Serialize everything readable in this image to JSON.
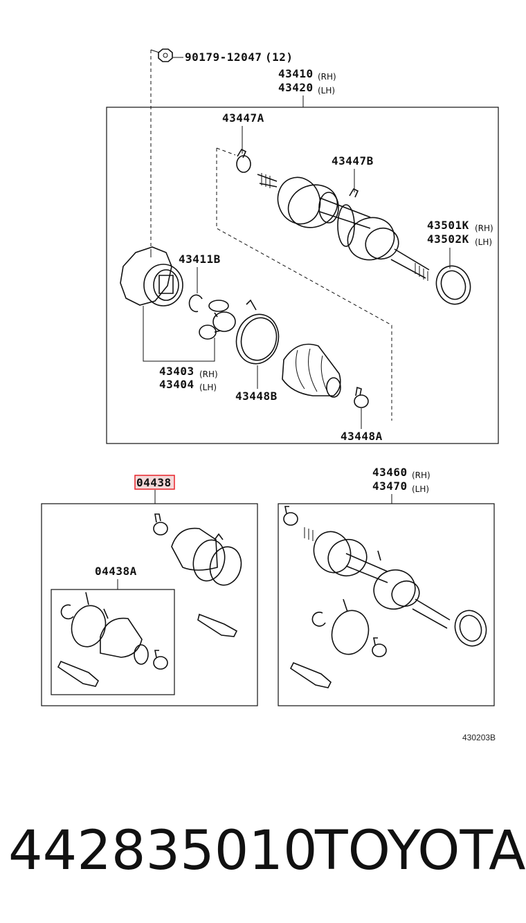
{
  "labels": {
    "bolt": "90179-12047",
    "bolt_qty": "(12)",
    "shaft_rh": "43410",
    "shaft_lh": "43420",
    "rh": "(RH)",
    "lh": "(LH)",
    "clamp_a": "43447A",
    "clamp_b": "43447B",
    "seal_rh": "43501K",
    "seal_lh": "43502K",
    "snap_ring": "43411B",
    "tripod_rh": "43403",
    "tripod_lh": "43404",
    "boot_clamp_b": "43448B",
    "boot_clamp_a": "43448A",
    "kit": "04438",
    "kit_sub": "04438A",
    "assy_rh": "43460",
    "assy_lh": "43470"
  },
  "diagram_code": "430203B",
  "footer": {
    "part_number": "442835010",
    "brand": "TOYOTA"
  },
  "colors": {
    "highlight": "#e8232a",
    "highlight_fill": "#f3d9d9"
  }
}
